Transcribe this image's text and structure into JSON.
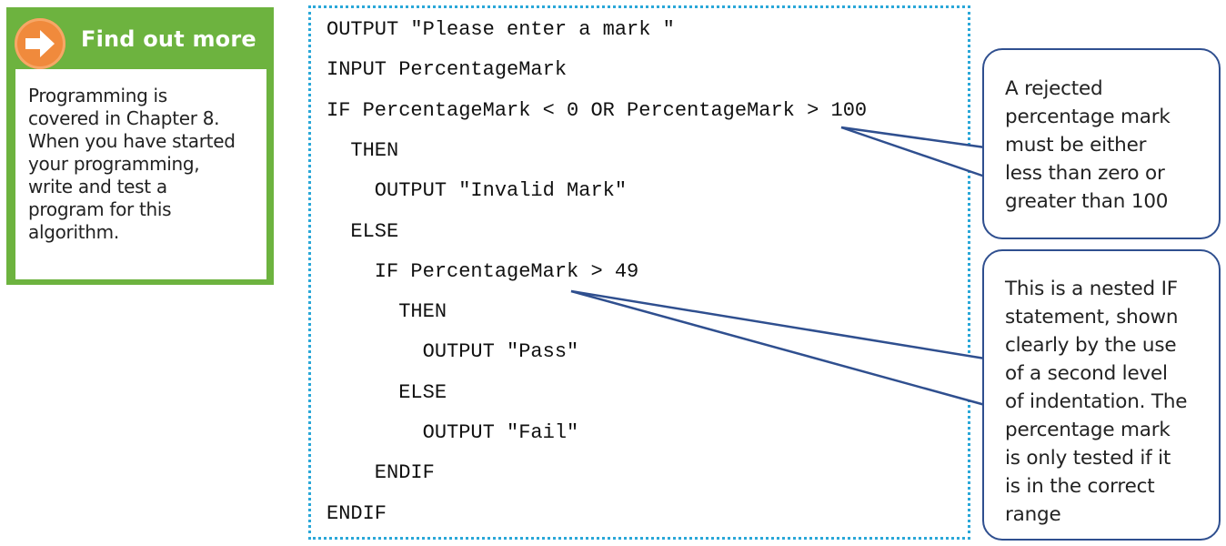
{
  "find_out_more": {
    "title": "Find out more",
    "icon": "right-arrow-icon",
    "text": "Programming is\ncovered in Chapter 8.\nWhen you have started\nyour programming,\nwrite and test a\nprogram for this\nalgorithm."
  },
  "code": {
    "lines": [
      "OUTPUT \"Please enter a mark \"",
      "INPUT PercentageMark",
      "IF PercentageMark < 0 OR PercentageMark > 100",
      "  THEN",
      "    OUTPUT \"Invalid Mark\"",
      "  ELSE",
      "    IF PercentageMark > 49",
      "      THEN",
      "        OUTPUT \"Pass\"",
      "      ELSE",
      "        OUTPUT \"Fail\"",
      "    ENDIF",
      "ENDIF"
    ]
  },
  "callouts": {
    "rejected": "A rejected\npercentage mark\nmust be either\nless than zero or\ngreater than 100",
    "nested": "This is a nested IF\nstatement, shown\nclearly by the use\nof a second level\nof indentation. The\npercentage mark\nis only tested if it\nis in the correct\nrange"
  },
  "colors": {
    "green": "#6db33f",
    "orange": "#f08a3c",
    "dotted_border": "#2aa7d8",
    "callout_border": "#2f4f8f"
  }
}
